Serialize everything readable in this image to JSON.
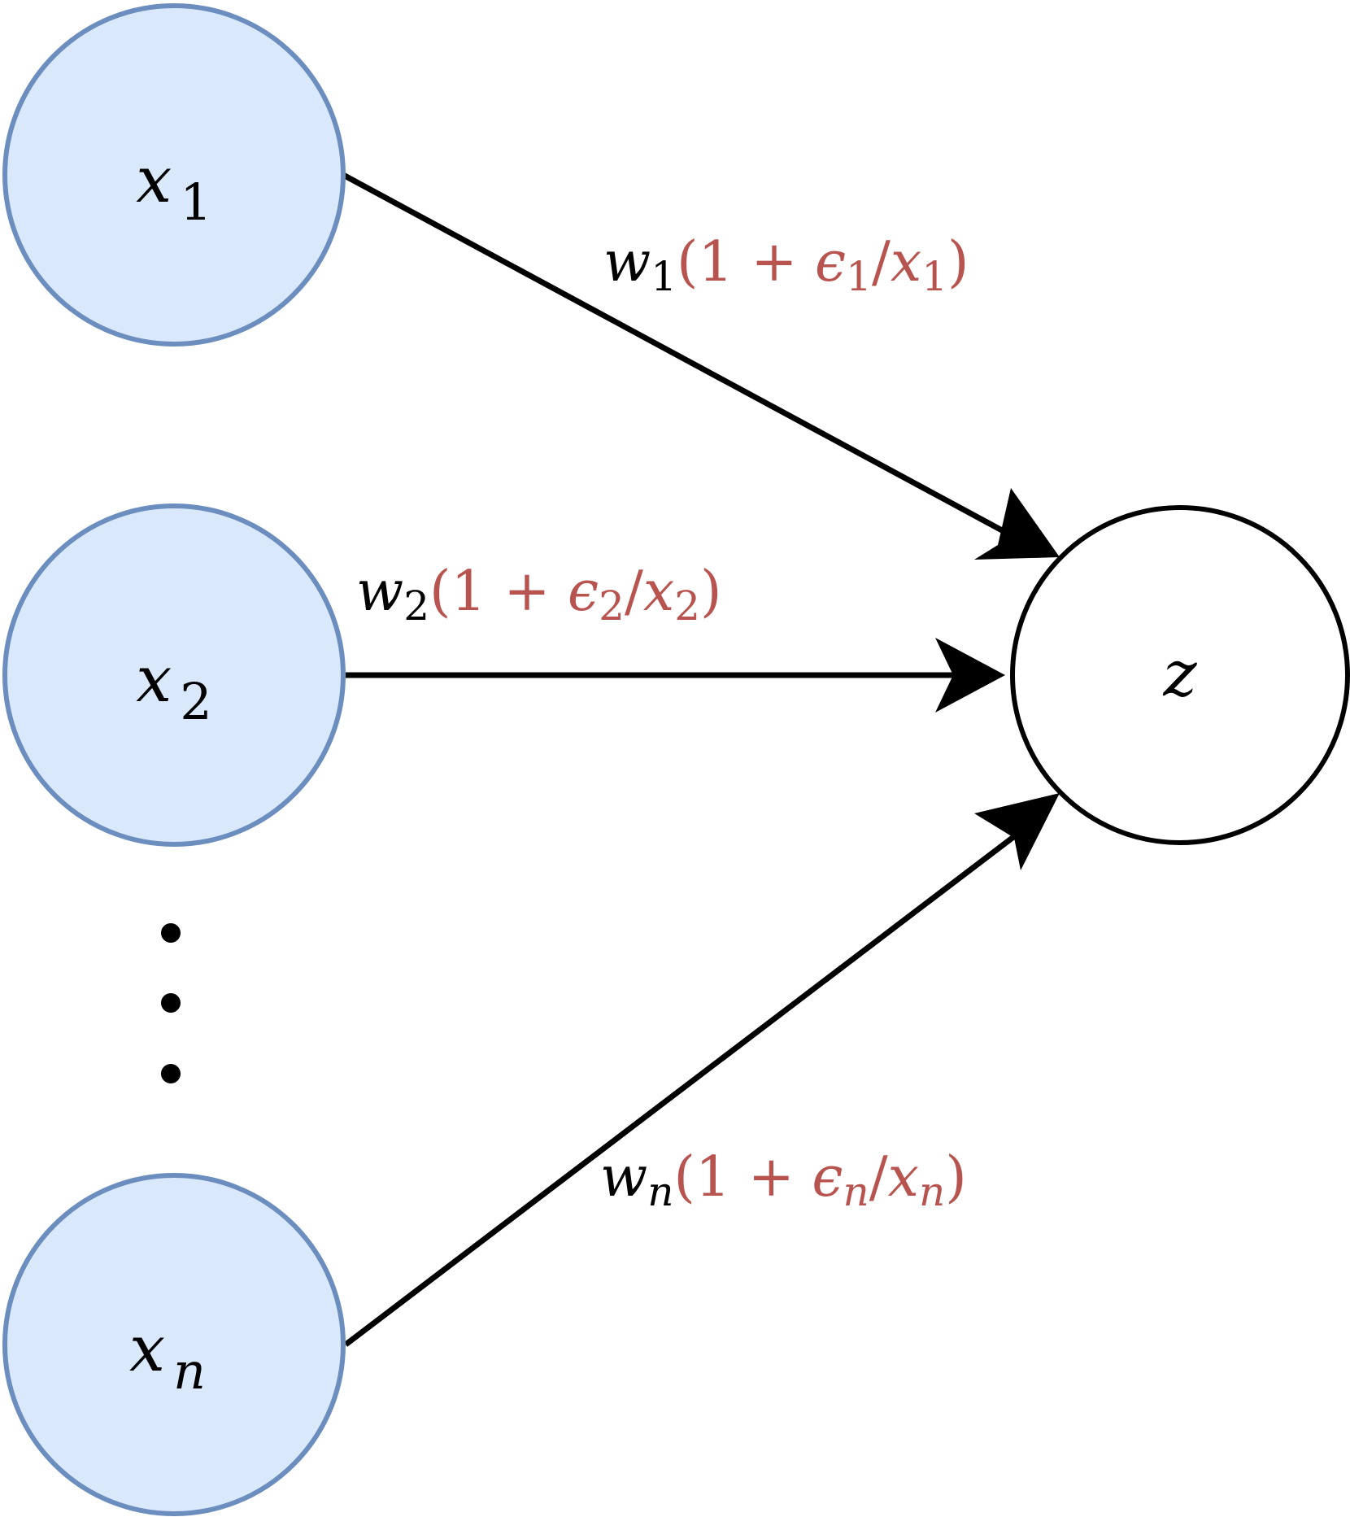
{
  "colors": {
    "input_fill": "#dae8fc",
    "input_stroke": "#6c8ebf",
    "output_fill": "#ffffff",
    "output_stroke": "#000000",
    "edge": "#000000",
    "factor": "#b85450"
  },
  "inputs": [
    {
      "var": "x",
      "sub": "1"
    },
    {
      "var": "x",
      "sub": "2"
    },
    {
      "var": "x",
      "sub": "n"
    }
  ],
  "ellipsis": "⋮",
  "output": {
    "var": "z"
  },
  "edges": [
    {
      "w": "w",
      "w_sub": "1",
      "open": "(1 + ",
      "eps": "ϵ",
      "eps_sub": "1",
      "slash": "/",
      "x": "x",
      "x_sub": "1",
      "close": ")"
    },
    {
      "w": "w",
      "w_sub": "2",
      "open": "(1 + ",
      "eps": "ϵ",
      "eps_sub": "2",
      "slash": "/",
      "x": "x",
      "x_sub": "2",
      "close": ")"
    },
    {
      "w": "w",
      "w_sub": "n",
      "open": "(1 + ",
      "eps": "ϵ",
      "eps_sub": "n",
      "slash": "/",
      "x": "x",
      "x_sub": "n",
      "close": ")"
    }
  ]
}
